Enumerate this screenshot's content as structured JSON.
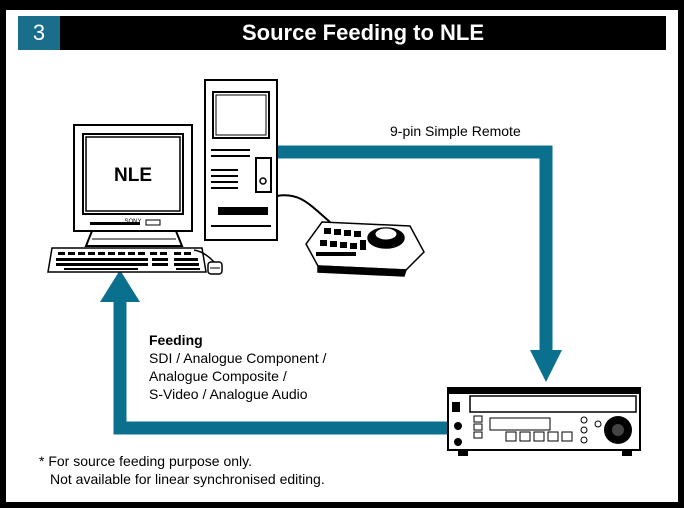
{
  "header": {
    "number": "3",
    "title": "Source Feeding to NLE"
  },
  "monitor": {
    "screen_label": "NLE",
    "brand": "SONY"
  },
  "remote_connection": {
    "label": "9-pin Simple Remote"
  },
  "feeding": {
    "title": "Feeding",
    "lines": [
      "SDI / Analogue Component /",
      "Analogue Composite /",
      "S-Video / Analogue Audio"
    ]
  },
  "footnote": {
    "lines": [
      "* For source feeding purpose only.",
      "Not available for linear synchronised editing."
    ]
  },
  "colors": {
    "accent": "#1a6e8c",
    "arrow": "#0b6f8e"
  }
}
